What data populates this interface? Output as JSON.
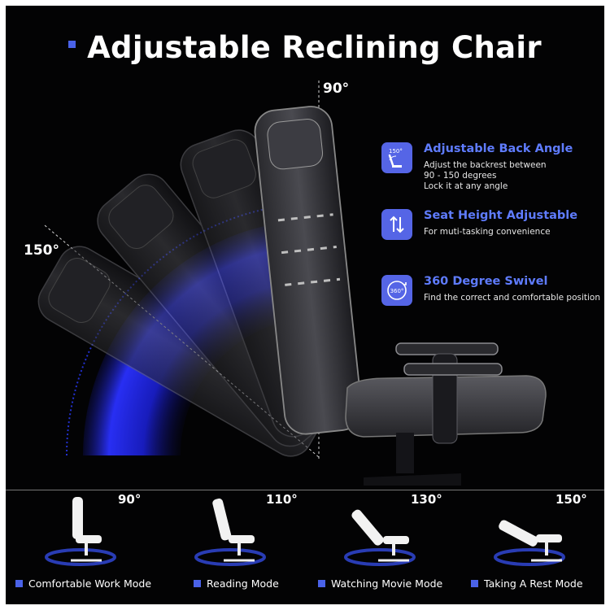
{
  "title": "Adjustable Reclining Chair",
  "angles": {
    "upright": "90°",
    "recline": "150°"
  },
  "features": [
    {
      "icon": "back-angle-icon",
      "icon_text": "150°",
      "title": "Adjustable Back Angle",
      "lines": [
        "Adjust the backrest between",
        "90 - 150 degrees",
        "Lock it at any angle"
      ]
    },
    {
      "icon": "height-arrows-icon",
      "title": "Seat Height Adjustable",
      "lines": [
        "For muti-tasking convenience"
      ]
    },
    {
      "icon": "swivel-icon",
      "icon_text": "360°",
      "title": "360 Degree Swivel",
      "lines": [
        "Find the correct and comfortable position"
      ]
    }
  ],
  "modes": [
    {
      "angle": "90°",
      "label": "Comfortable Work Mode"
    },
    {
      "angle": "110°",
      "label": "Reading Mode"
    },
    {
      "angle": "130°",
      "label": "Watching Movie Mode"
    },
    {
      "angle": "150°",
      "label": "Taking A Rest Mode"
    }
  ],
  "colors": {
    "accent": "#4a62e8",
    "feature_title": "#5f7cff",
    "background": "#030304"
  }
}
